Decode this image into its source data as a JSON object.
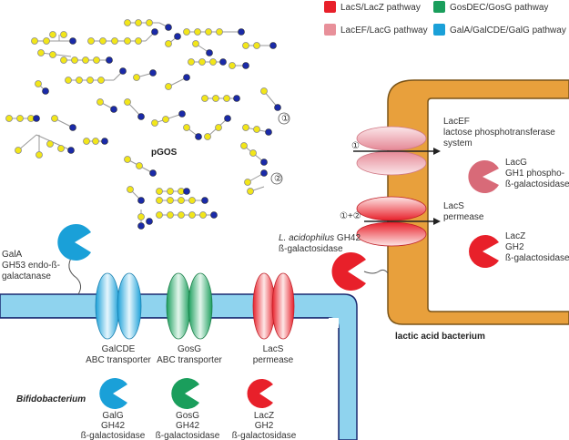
{
  "legend": {
    "items": [
      {
        "label": "LacS/LacZ pathway",
        "color": "#e8202a"
      },
      {
        "label": "GosDEC/GosG pathway",
        "color": "#1a9e5c"
      },
      {
        "label": "LacEF/LacG pathway",
        "color": "#e8909a"
      },
      {
        "label": "GalA/GalCDE/GalG pathway",
        "color": "#1aa0d8"
      }
    ]
  },
  "pgos": {
    "label": "pGOS",
    "markers": {
      "m1": "①",
      "m2": "②"
    },
    "glucose_color": "#1a2aa8",
    "galactose_color": "#f2e619"
  },
  "lactic": {
    "wall_color": "#e8a03c",
    "caption": "lactic acid bacterium",
    "lacef": {
      "lines": [
        "LacEF",
        "lactose phosphotransferase",
        "system"
      ],
      "marker": "①"
    },
    "lacs": {
      "lines": [
        "LacS",
        "permease"
      ],
      "marker": "①+②"
    },
    "lacg": {
      "lines": [
        "LacG",
        "GH1 phospho-",
        "ß-galactosidase"
      ]
    },
    "lacz": {
      "lines": [
        "LacZ",
        "GH2",
        "ß-galactosidase"
      ]
    },
    "acidophilus": {
      "species": "L. acidophilus",
      "rest": " GH42",
      "line2": "ß-galactosidase"
    }
  },
  "bifido": {
    "wall_color": "#8fd3ee",
    "caption": "Bifidobacterium",
    "gala": {
      "lines": [
        "GalA",
        "GH53 endo-ß-",
        "galactanase"
      ]
    },
    "galcde": {
      "lines": [
        "GalCDE",
        "ABC transporter"
      ]
    },
    "gosg_transport": {
      "lines": [
        "GosG",
        "ABC transporter"
      ]
    },
    "lacs": {
      "lines": [
        "LacS",
        "permease"
      ]
    },
    "galg": {
      "lines": [
        "GalG",
        "GH42",
        "ß-galactosidase"
      ]
    },
    "gosg": {
      "lines": [
        "GosG",
        "GH42",
        "ß-galactosidase"
      ]
    },
    "lacz": {
      "lines": [
        "LacZ",
        "GH2",
        "ß-galactosidase"
      ]
    }
  }
}
